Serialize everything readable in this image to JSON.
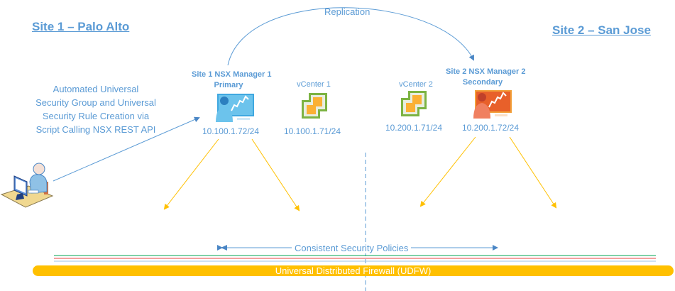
{
  "site1": {
    "title": "Site 1 – Palo Alto"
  },
  "site2": {
    "title": "Site 2 – San Jose"
  },
  "replication": {
    "label": "Replication"
  },
  "automation": {
    "lines": [
      "Automated Universal",
      "Security Group and Universal",
      "Security Rule Creation via",
      "Script Calling NSX REST API"
    ]
  },
  "nodes": {
    "nsx1": {
      "title": "Site 1 NSX Manager 1",
      "role": "Primary",
      "ip": "10.100.1.72/24",
      "icon": "nsx-manager-blue-icon"
    },
    "vc1": {
      "title": "vCenter 1",
      "ip": "10.100.1.71/24",
      "icon": "vcenter-icon"
    },
    "vc2": {
      "title": "vCenter 2",
      "ip": "10.200.1.71/24",
      "icon": "vcenter-icon"
    },
    "nsx2": {
      "title": "Site 2 NSX Manager 2",
      "role": "Secondary",
      "ip": "10.200.1.72/24",
      "icon": "nsx-manager-orange-icon"
    }
  },
  "bottom": {
    "policies_label": "Consistent Security Policies",
    "udfw_label": "Universal Distributed Firewall (UDFW)"
  },
  "colors": {
    "text_blue": "#5b9bd5",
    "arrow_yellow": "#ffc000",
    "line_green": "#00a651",
    "line_red": "#e84040",
    "line_blue": "#9dc3e6"
  }
}
